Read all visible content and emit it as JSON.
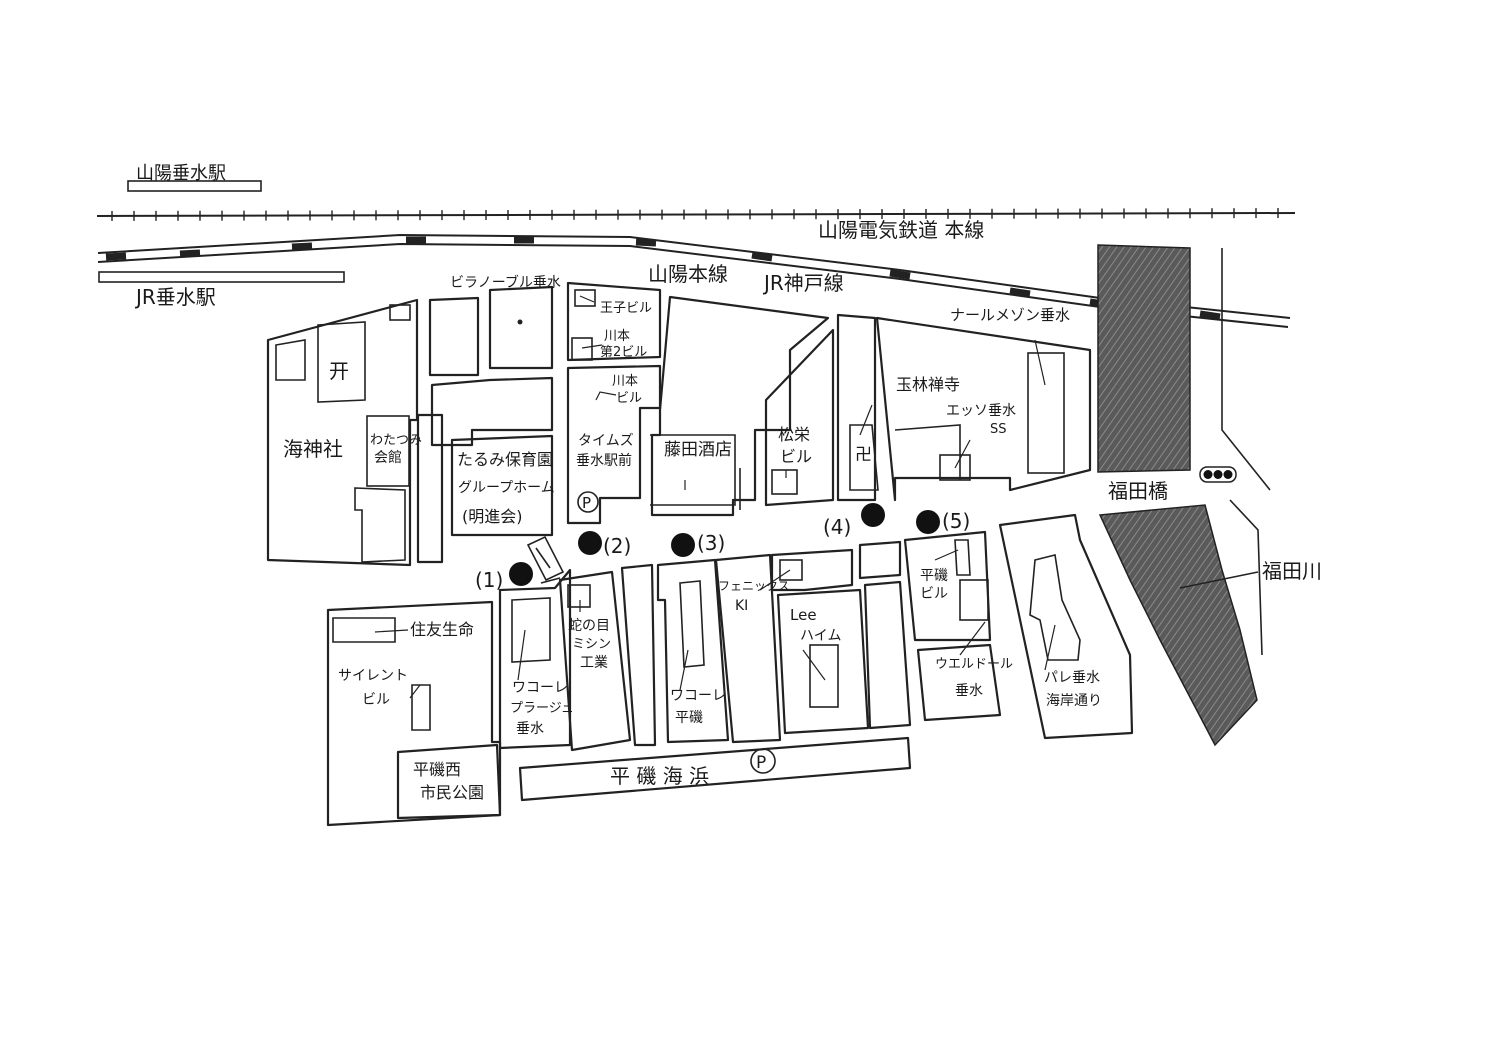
{
  "rail": {
    "sanyo_station": "山陽垂水駅",
    "sanyo_line": "山陽電気鉄道 本線",
    "jr_station": "JR垂水駅",
    "jr_line_sanyo": "山陽本線",
    "jr_line_kobe": "JR神戸線"
  },
  "places": {
    "kaijinja": "海神社",
    "watatsumi_1": "わたつみ",
    "watatsumi_2": "会館",
    "torii": "开",
    "villanoble": "ビラノーブル垂水",
    "oji": "王子ビル",
    "kawamoto2_1": "川本",
    "kawamoto2_2": "第2ビル",
    "kawamoto_1": "川本",
    "kawamoto_2": "ビル",
    "times_1": "タイムズ",
    "times_2": "垂水駅前",
    "hoikuen_1": "たるみ保育園",
    "hoikuen_2": "グループホーム",
    "hoikuen_3": "(明進会)",
    "fujita": "藤田酒店",
    "shoei_1": "松栄",
    "shoei_2": "ビル",
    "manji": "卍",
    "gyokurin": "玉林禅寺",
    "esso_1": "エッソ垂水",
    "esso_2": "SS",
    "nalmaison": "ナールメゾン垂水",
    "fukudabashi": "福田橋",
    "fukudagawa": "福田川",
    "sumitomo": "住友生命",
    "silent_1": "サイレント",
    "silent_2": "ビル",
    "wacoal_pl_1": "ワコーレ",
    "wacoal_pl_2": "プラージュ",
    "wacoal_pl_3": "垂水",
    "janome_1": "蛇の目",
    "janome_2": "ミシン",
    "janome_3": "工業",
    "wacoal_hi_1": "ワコーレ",
    "wacoal_hi_2": "平磯",
    "phoenix_1": "フェニックス",
    "phoenix_2": "KI",
    "lee_1": "Lee",
    "lee_2": "ハイム",
    "hiraiso_b_1": "平磯",
    "hiraiso_b_2": "ビル",
    "weldor_1": "ウエルドール",
    "weldor_2": "垂水",
    "pale_1": "パレ垂水",
    "pale_2": "海岸通り",
    "park_1": "平磯西",
    "park_2": "市民公園",
    "beach": "平 磯 海 浜"
  },
  "parking_symbol": "P",
  "stops": [
    {
      "label": "(1)"
    },
    {
      "label": "(2)"
    },
    {
      "label": "(3)"
    },
    {
      "label": "(4)"
    },
    {
      "label": "(5)"
    }
  ],
  "colors": {
    "ink": "#1a1a1a",
    "river_fill": "#6a6a6a",
    "paper": "#ffffff"
  }
}
